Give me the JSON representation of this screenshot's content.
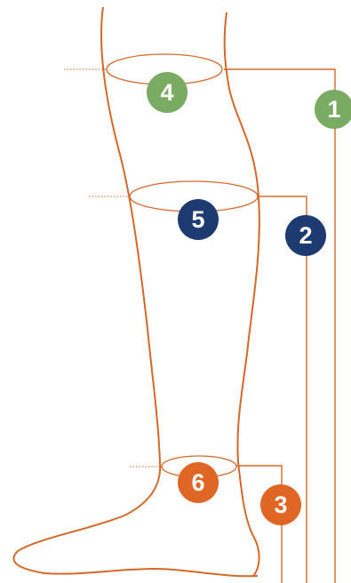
{
  "colors": {
    "outline": "#d4692a",
    "green": "#7aab63",
    "navy": "#1d3b70",
    "orange": "#df6625"
  },
  "markers": [
    {
      "id": "1",
      "label": "1",
      "color": "green",
      "kind": "length"
    },
    {
      "id": "2",
      "label": "2",
      "color": "navy",
      "kind": "length"
    },
    {
      "id": "3",
      "label": "3",
      "color": "orange",
      "kind": "length"
    },
    {
      "id": "4",
      "label": "4",
      "color": "green",
      "kind": "circumference"
    },
    {
      "id": "5",
      "label": "5",
      "color": "navy",
      "kind": "circumference"
    },
    {
      "id": "6",
      "label": "6",
      "color": "orange",
      "kind": "circumference"
    }
  ]
}
